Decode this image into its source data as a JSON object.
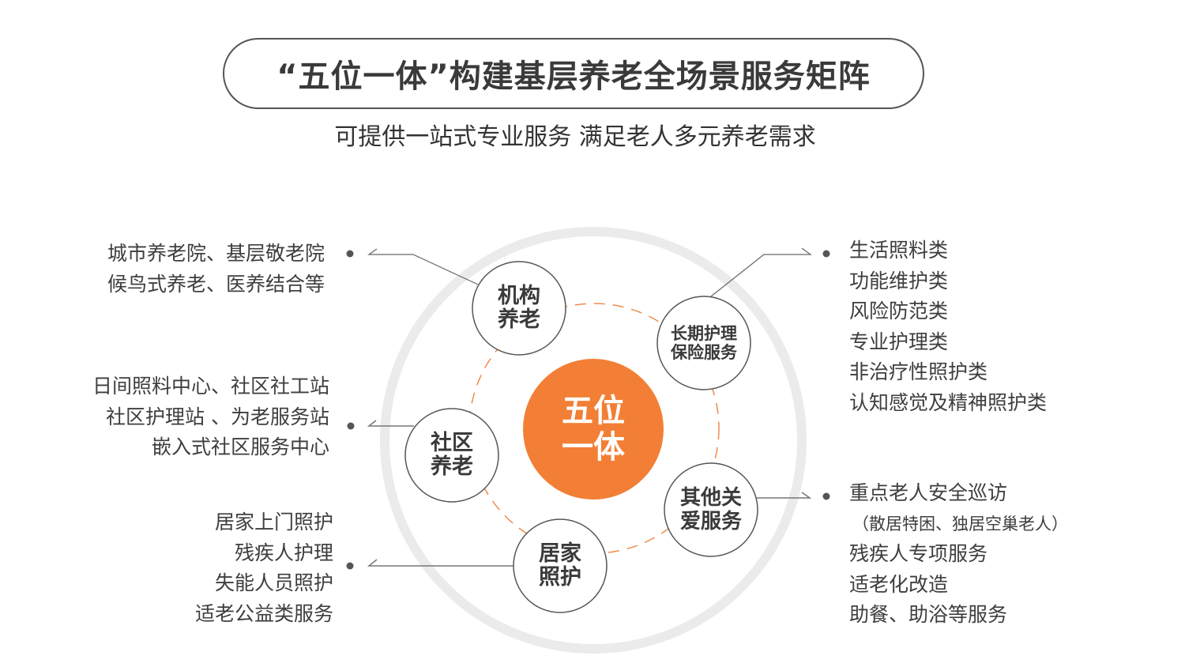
{
  "header": {
    "title": "“五位一体”构建基层养老全场景服务矩阵",
    "subtitle": "可提供一站式专业服务 满足老人多元养老需求"
  },
  "colors": {
    "accent_orange": "#F27F35",
    "outer_ring_gray": "#EBEBEB",
    "node_border": "#555555",
    "text_dark": "#3A3A3A",
    "bullet": "#555555"
  },
  "center": {
    "line1": "五位",
    "line2": "一体"
  },
  "nodes": [
    {
      "id": "institutional",
      "line1": "机构",
      "line2": "养老",
      "items": [
        "城市养老院、基层敬老院",
        "候鸟式养老、医养结合等"
      ]
    },
    {
      "id": "ltc-insurance",
      "line1": "长期护理",
      "line2": "保险服务",
      "items": [
        "生活照料类",
        "功能维护类",
        "风险防范类",
        "专业护理类",
        "非治疗性照护类",
        "认知感觉及精神照护类"
      ]
    },
    {
      "id": "community",
      "line1": "社区",
      "line2": "养老",
      "items": [
        "日间照料中心、社区社工站",
        "社区护理站 、为老服务站",
        "嵌入式社区服务中心"
      ]
    },
    {
      "id": "other-care",
      "line1": "其他关",
      "line2": "爱服务",
      "items": [
        "重点老人安全巡访",
        "（散居特困、独居空巢老人）",
        "残疾人专项服务",
        "适老化改造",
        "助餐、助浴等服务"
      ]
    },
    {
      "id": "home-care",
      "line1": "居家",
      "line2": "照护",
      "items": [
        "居家上门照护",
        "残疾人护理",
        "失能人员照护",
        "适老公益类服务"
      ]
    }
  ]
}
